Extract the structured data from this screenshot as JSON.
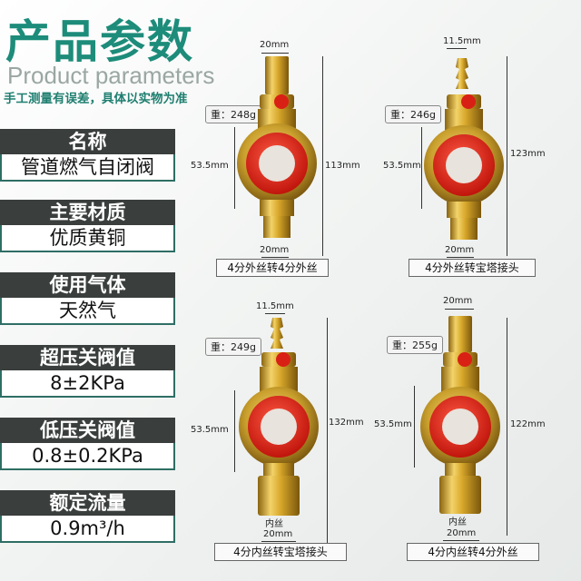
{
  "header": {
    "title": "产品参数",
    "subtitle": "Product parameters",
    "disclaimer": "手工测量有误差，具体以实物为准"
  },
  "params": [
    {
      "label": "名称",
      "value": "管道燃气自闭阀"
    },
    {
      "label": "主要材质",
      "value": "优质黄铜"
    },
    {
      "label": "使用气体",
      "value": "天然气"
    },
    {
      "label": "超压关阀值",
      "value": "8±2KPa"
    },
    {
      "label": "低压关阀值",
      "value": "0.8±0.2KPa"
    },
    {
      "label": "额定流量",
      "value": "0.9m³/h"
    }
  ],
  "products": [
    {
      "weight": "重：248g",
      "top_dim": "20mm",
      "side_dim": "53.5mm",
      "height_dim": "113mm",
      "bottom_dim": "20mm",
      "caption": "4分外丝转4分外丝"
    },
    {
      "weight": "重：246g",
      "top_dim": "11.5mm",
      "side_dim": "53.5mm",
      "height_dim": "123mm",
      "bottom_dim": "20mm",
      "caption": "4分外丝转宝塔接头"
    },
    {
      "weight": "重：249g",
      "top_dim": "11.5mm",
      "side_dim": "53.5mm",
      "height_dim": "132mm",
      "bottom_dim": "20mm",
      "bottom_note": "内丝",
      "caption": "4分内丝转宝塔接头"
    },
    {
      "weight": "重：255g",
      "top_dim": "20mm",
      "side_dim": "53.5mm",
      "height_dim": "122mm",
      "bottom_dim": "20mm",
      "bottom_note": "内丝",
      "caption": "4分内丝转4分外丝"
    }
  ],
  "colors": {
    "brand": "#1d8c7a",
    "label_bg": "#3a3f3d",
    "brass": "#d4a82a",
    "knob_red": "#e1261c"
  }
}
